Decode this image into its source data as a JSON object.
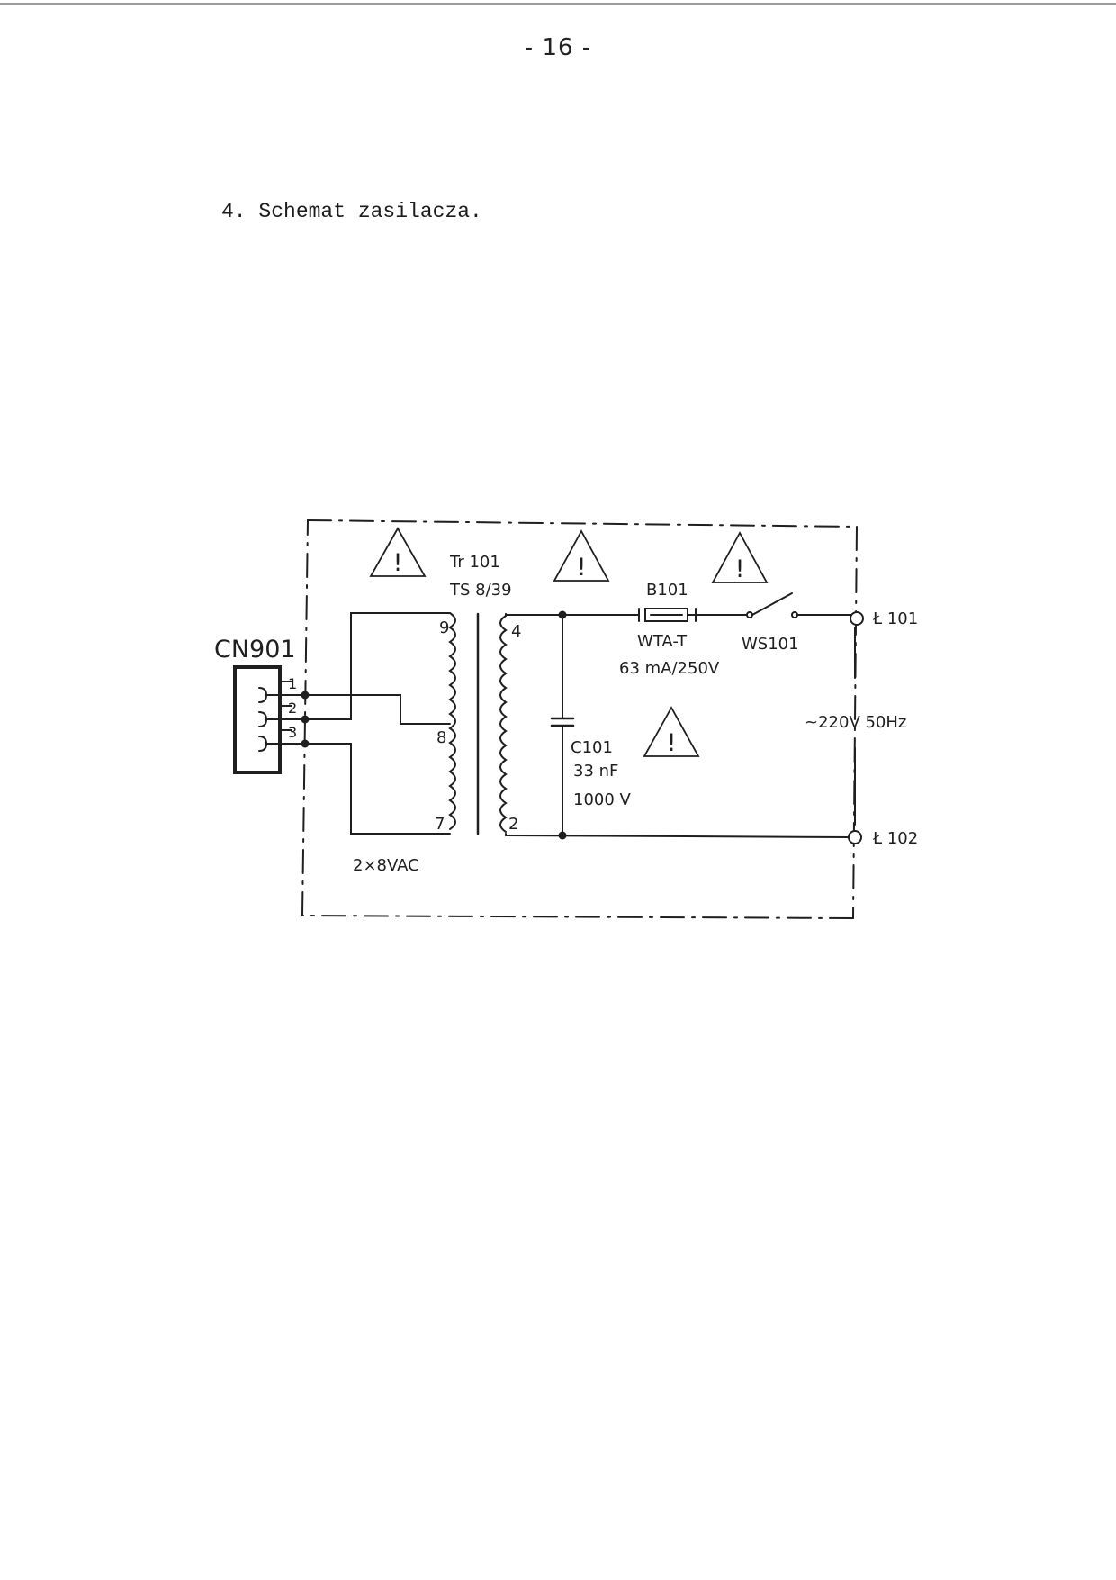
{
  "header": {
    "page_number": "- 16 -"
  },
  "section": {
    "title": "4. Schemat zasilacza."
  },
  "schematic": {
    "connector": {
      "name": "CN901",
      "pins": [
        "1",
        "2",
        "3"
      ]
    },
    "transformer": {
      "designator": "Tr 101",
      "type": "TS 8/39",
      "primary_pins": {
        "top": "4",
        "bottom": "2"
      },
      "secondary_pins": {
        "top": "9",
        "center": "8",
        "bottom": "7"
      },
      "secondary_rating": "2×8VAC"
    },
    "fuse": {
      "designator": "B101",
      "type": "WTA-T",
      "rating": "63 mA/250V"
    },
    "switch": {
      "designator": "WS101"
    },
    "capacitor": {
      "designator": "C101",
      "value": "33 nF",
      "voltage": "1000 V"
    },
    "terminals": {
      "top": "Ł 101",
      "bottom": "Ł 102"
    },
    "mains_label": "~220V 50Hz",
    "warning_symbol": "!"
  },
  "colors": {
    "ink": "#1f1f1f",
    "paper": "#ffffff"
  }
}
